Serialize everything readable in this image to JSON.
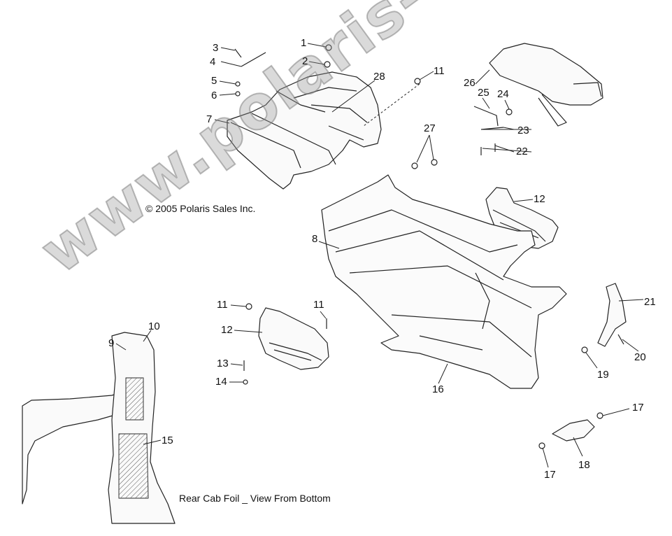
{
  "copyright": "© 2005 Polaris Sales Inc.",
  "caption": "Rear Cab Foil _ View From Bottom",
  "watermark": "www.polaris-ersatzteile.de",
  "colors": {
    "line": "#222222",
    "hatch": "#555555",
    "watermark": "#9a9a9a"
  },
  "callouts": [
    "1",
    "2",
    "3",
    "4",
    "5",
    "6",
    "7",
    "8",
    "9",
    "10",
    "11",
    "11",
    "11",
    "12",
    "12",
    "13",
    "14",
    "15",
    "16",
    "17",
    "17",
    "18",
    "19",
    "20",
    "21",
    "22",
    "23",
    "24",
    "25",
    "26",
    "27",
    "28"
  ]
}
